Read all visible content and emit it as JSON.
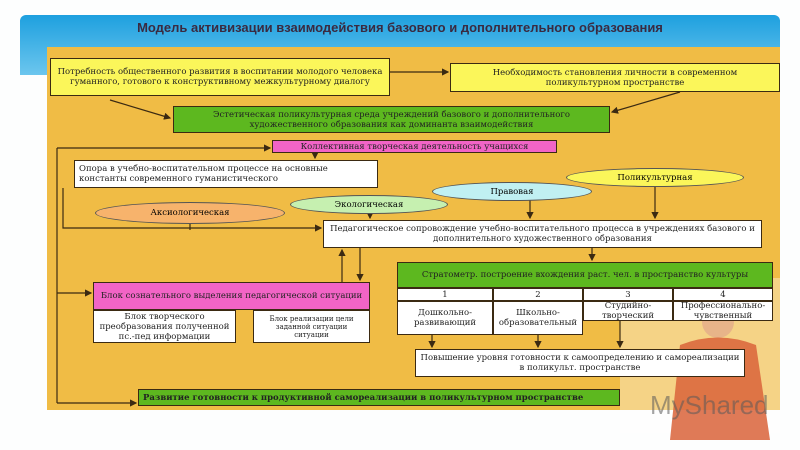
{
  "title": "Модель активизации взаимодействия базового и дополнительного образования",
  "boxes": {
    "need_social": "Потребность общественного развития в воспитании молодого человека гуманного, готового к конструктивному межкультурному диалогу",
    "need_personal": "Необходимость становления личности в современном поликультурном пространстве",
    "aesthetic": "Эстетическая поликультурная среда учреждений базового и дополнительного художественного образования как доминанта взаимодействия",
    "collective": "Коллективная творческая деятельность учащихся",
    "support": "Опора в учебно-воспитательном процессе на основные константы современного гуманистического",
    "pedagogical": "Педагогическое сопровождение учебно-воспитательного процесса в учреждениях базового и дополнительного художественного образования",
    "stratometer": "Стратометр. построение вхождения раст. чел. в пространство культуры",
    "block_situation": "Блок сознательного выделения педагогической ситуации",
    "block_creative": "Блок творческого преобразования полученной пс.-пед информации",
    "block_realization": "Блок реализации цели заданной ситуации ситуации",
    "raising": "Повышение уровня готовности к самоопределению и самореализации в поликульт. пространстве",
    "development": "Развитие готовности к продуктивной самореализации в поликультурном пространстве"
  },
  "ellipses": [
    "Аксиологическая",
    "Экологическая",
    "Правовая",
    "Поликультурная"
  ],
  "stages": [
    {
      "num": "1",
      "label": "Дошкольно-развивающий"
    },
    {
      "num": "2",
      "label": "Школьно-образовательный"
    },
    {
      "num": "3",
      "label": "Студийно-творческий"
    },
    {
      "num": "4",
      "label": "Профессионально-чувственный"
    }
  ],
  "watermark": "MyShared"
}
